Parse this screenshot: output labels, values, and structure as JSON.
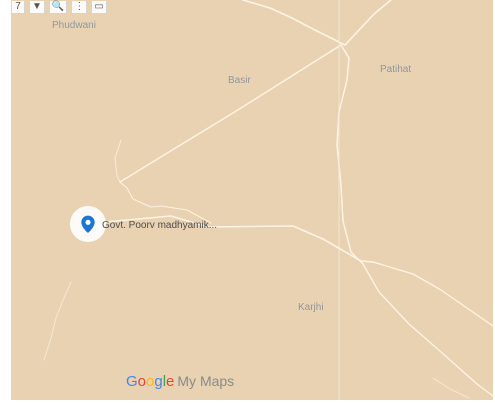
{
  "map": {
    "background": "#e8d2b1",
    "road_color": "#ffffff",
    "toolbar": {
      "items": [
        "7",
        "▼",
        "🔍",
        "⋮",
        "▭"
      ],
      "icons": [
        "layers-count",
        "chevron-down-icon",
        "search-icon",
        "more-icon",
        "fullscreen-icon"
      ]
    },
    "labels": {
      "phudwani": "Phudwani",
      "basir": "Basir",
      "patihat": "Patihat",
      "karjhi": "Karjhi"
    },
    "marker": {
      "label": "Govt. Poorv madhyamik...",
      "color": "#1976d2"
    },
    "branding": {
      "google_letters": [
        "G",
        "o",
        "o",
        "g",
        "l",
        "e"
      ],
      "google_colors": [
        "#4285F4",
        "#EA4335",
        "#FBBC05",
        "#4285F4",
        "#34A853",
        "#EA4335"
      ],
      "my_maps": "My Maps"
    }
  }
}
